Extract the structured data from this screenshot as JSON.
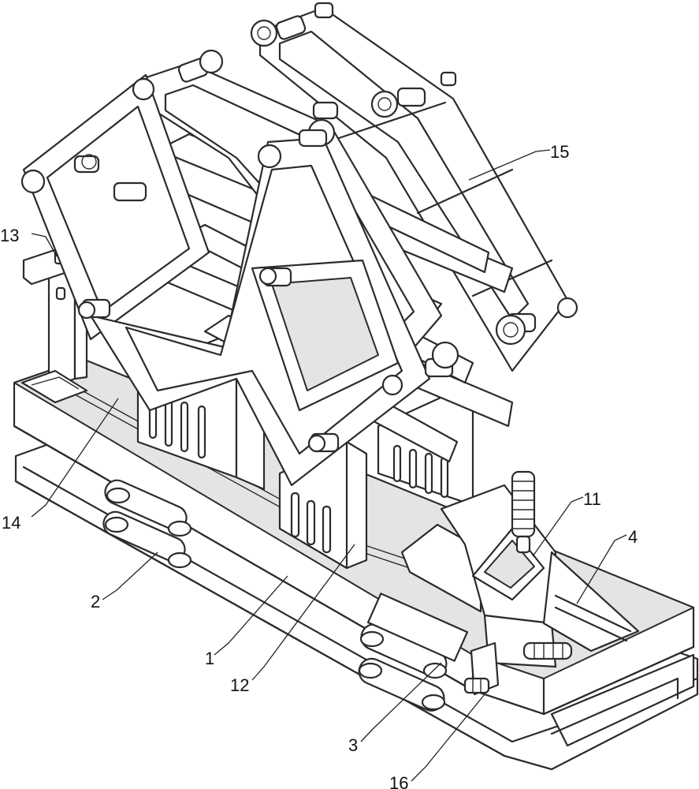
{
  "labels": [
    {
      "id": "1",
      "text": "1"
    },
    {
      "id": "2",
      "text": "2"
    },
    {
      "id": "3",
      "text": "3"
    },
    {
      "id": "4",
      "text": "4"
    },
    {
      "id": "11",
      "text": "11"
    },
    {
      "id": "12",
      "text": "12"
    },
    {
      "id": "13",
      "text": "13"
    },
    {
      "id": "14",
      "text": "14"
    },
    {
      "id": "15",
      "text": "15"
    },
    {
      "id": "16",
      "text": "16"
    }
  ]
}
